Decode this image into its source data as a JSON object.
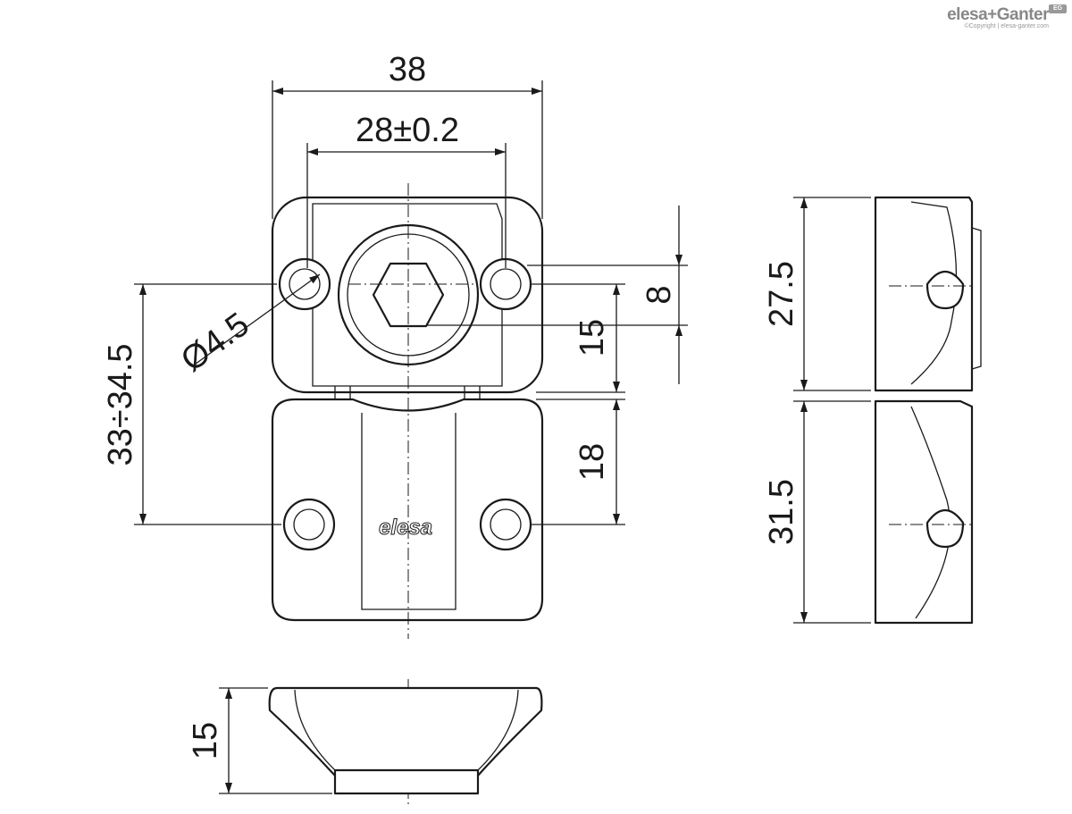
{
  "brand": {
    "name": "elesa+Ganter",
    "badge": "EG",
    "copyright": "©Copyright | elesa-ganter.com"
  },
  "part_logo": "elesa",
  "dimensions": {
    "overall_width": "38",
    "hole_spacing": "28±0.2",
    "hole_diameter": "Ø4.5",
    "mounting_span": "33÷34.5",
    "hole_offset": "8",
    "upper_hole_to_split": "15",
    "split_to_lower_hole": "18",
    "upper_part_height": "27.5",
    "lower_part_height": "31.5",
    "bottom_view_height": "15"
  }
}
